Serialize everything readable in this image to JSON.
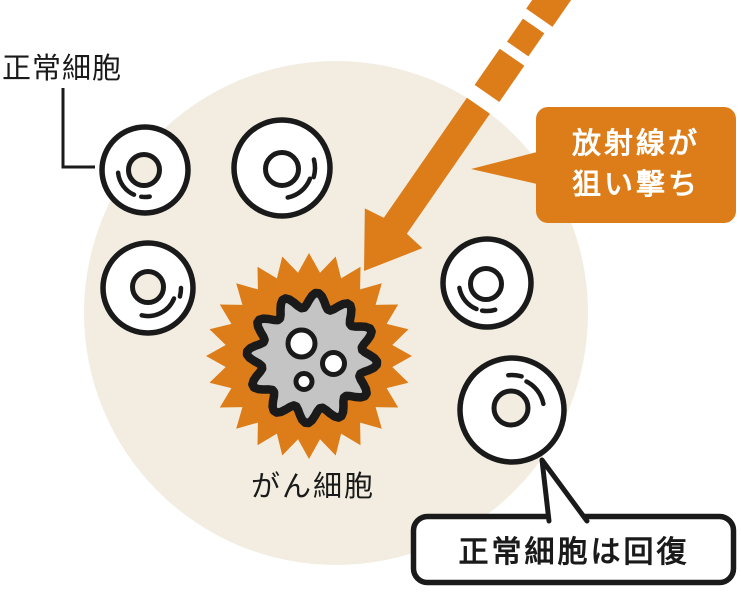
{
  "diagram": {
    "labels": {
      "normal_cells": "正常細胞",
      "cancer_cell": "がん細胞"
    },
    "callouts": {
      "radiation": {
        "line1": "放射線が",
        "line2": "狙い撃ち"
      },
      "recovery": {
        "text": "正常細胞は回復"
      }
    },
    "normal_cell_count": 5,
    "icons": {
      "beam": "radiation-beam-arrow-icon",
      "cancer": "cancer-cell-icon",
      "normal": "normal-cell-icon"
    },
    "colors": {
      "orange": "#dd7d1a",
      "beige": "#f2ede0",
      "gray": "#c4c4c4",
      "ink": "#1a1a1a"
    }
  }
}
